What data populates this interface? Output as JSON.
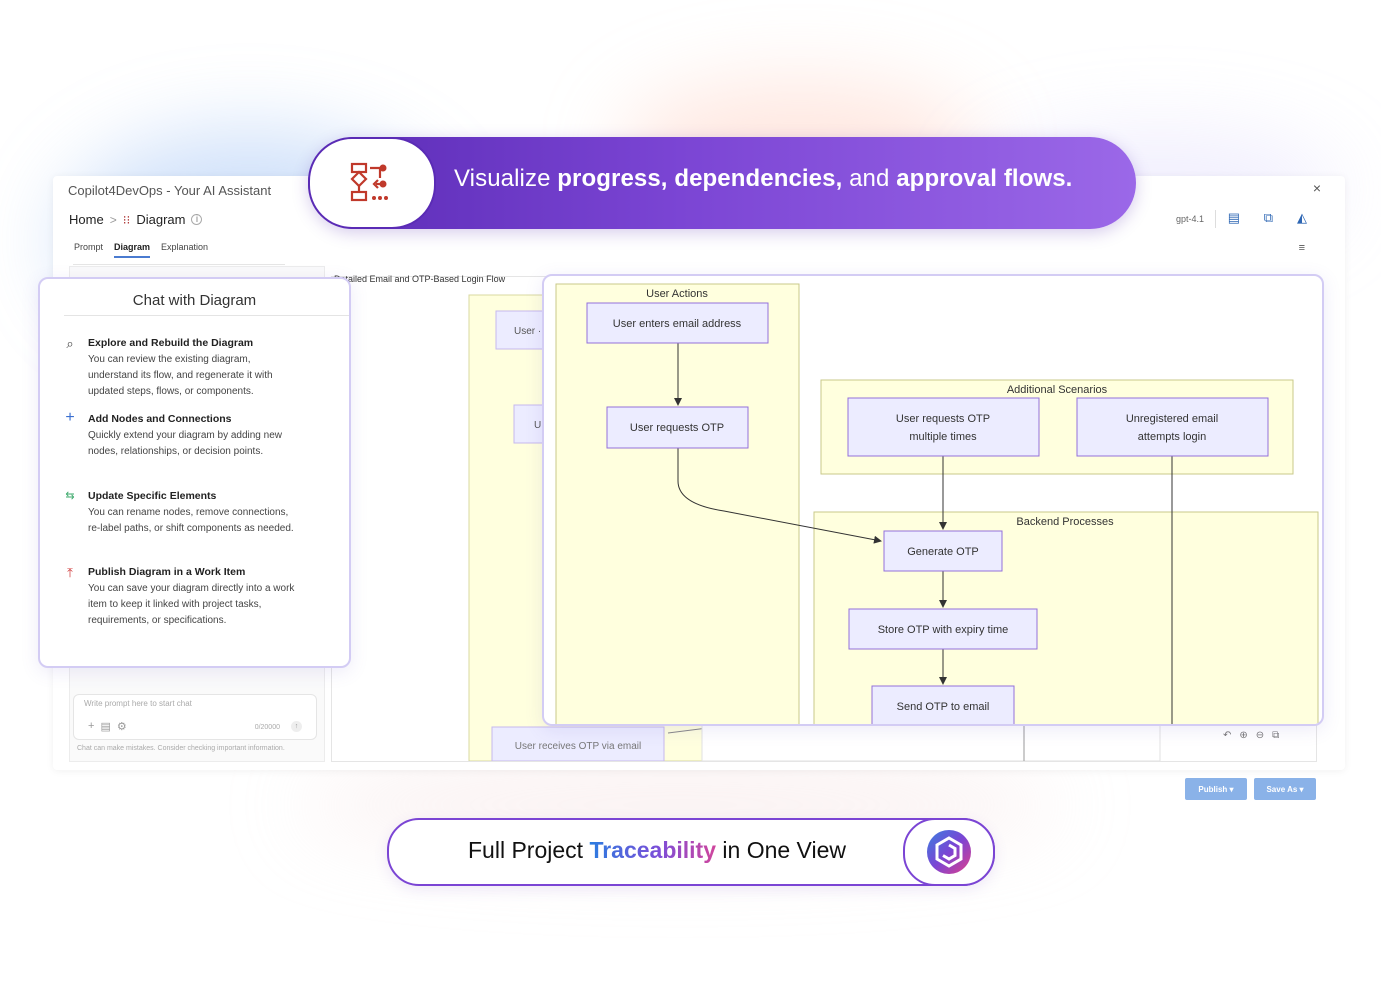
{
  "app": {
    "title": "Copilot4DevOps - Your AI Assistant",
    "close": "×",
    "breadcrumb": {
      "home": "Home",
      "separator": ">",
      "current": "Diagram",
      "info": "i"
    },
    "tabs": [
      "Prompt",
      "Diagram",
      "Explanation"
    ],
    "active_tab": "Diagram",
    "model": "gpt-4.1"
  },
  "canvas": {
    "title": "Detailed Email and OTP-Based Login Flow",
    "back_nodes": [
      "User ·",
      "U",
      "User receives OTP via email"
    ]
  },
  "chat": {
    "title": "Chat with Diagram",
    "features": [
      {
        "icon": "search-icon",
        "title": "Explore and Rebuild the Diagram",
        "desc": "You can review the existing diagram, understand its flow, and regenerate it with updated steps, flows, or components."
      },
      {
        "icon": "plus-icon",
        "title": "Add Nodes and Connections",
        "desc": "Quickly extend your diagram by adding new nodes, relationships, or decision points."
      },
      {
        "icon": "swap-icon",
        "title": "Update Specific Elements",
        "desc": "You can rename nodes, remove connections, re-label paths, or shift components as needed."
      },
      {
        "icon": "upload-icon",
        "title": "Publish Diagram in a Work Item",
        "desc": "You can save your diagram directly into a work item to keep it linked with project tasks, requirements, or specifications."
      }
    ],
    "prompt_placeholder": "Write prompt here to start chat",
    "counter": "0/20000",
    "disclaimer": "Chat can make mistakes. Consider checking important information."
  },
  "diagram": {
    "groups": {
      "user_actions": "User Actions",
      "additional": "Additional Scenarios",
      "backend": "Backend Processes"
    },
    "nodes": {
      "enter_email": "User enters email address",
      "request_otp": "User requests OTP",
      "multi_1": "User requests OTP",
      "multi_2": "multiple times",
      "unreg_1": "Unregistered email",
      "unreg_2": "attempts login",
      "generate": "Generate OTP",
      "store": "Store OTP with expiry time",
      "send": "Send OTP to email"
    }
  },
  "actions": {
    "publish": "Publish ▾",
    "save_as": "Save As ▾"
  },
  "banner": {
    "prefix": "Visualize ",
    "b1": "progress, dependencies,",
    "mid": " and ",
    "b2": "approval flows."
  },
  "pill": {
    "prefix": "Full Project ",
    "highlight": "Traceability",
    "suffix": " in One View"
  },
  "colors": {
    "brand_purple": "#5a2bb5",
    "group_fill": "#ffffde",
    "node_fill": "#ececff",
    "node_stroke": "#9370db",
    "button_blue": "#8ab2e8"
  }
}
